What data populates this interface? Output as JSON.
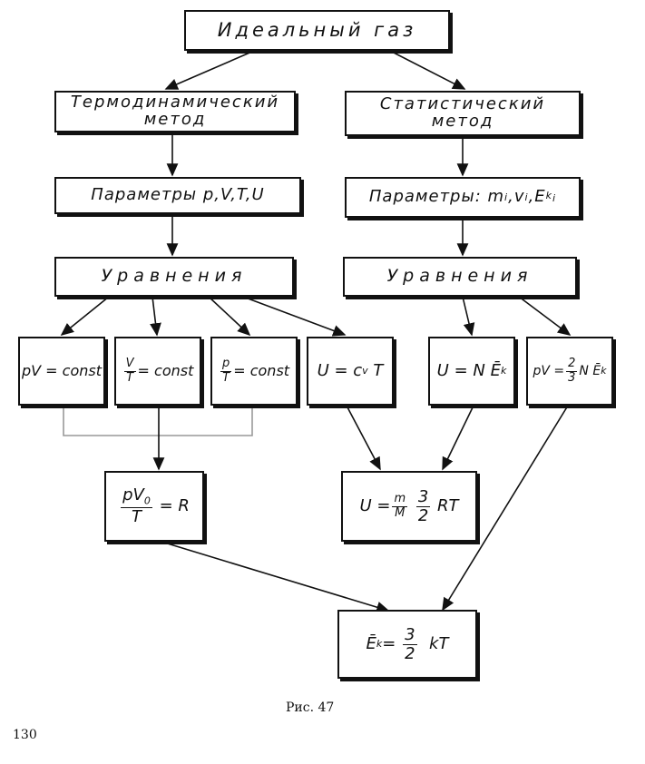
{
  "title": "Идеальный газ",
  "thermo_method": {
    "line1": "Термодинамический",
    "line2": "метод"
  },
  "stat_method": {
    "line1": "Статистический",
    "line2": "метод"
  },
  "thermo_params": "Параметры p,V,T,U",
  "stat_params_prefix": "Параметры:",
  "stat_params_vars": {
    "m": "m",
    "m_sub": "i",
    "v": "v",
    "v_sub": "i",
    "e": "E",
    "e_sub": "k",
    "e_subsub": "i"
  },
  "thermo_equations": "Уравнения",
  "stat_equations": "Уравнения",
  "eq_pv": "pV = const",
  "eq_vt": {
    "num": "V",
    "den": "T",
    "rest": "= const"
  },
  "eq_pt": {
    "num": "p",
    "den": "T",
    "rest": "= const"
  },
  "eq_u_cv": {
    "left": "U = c",
    "sub": "v",
    "right": "T"
  },
  "eq_u_nek": {
    "left": "U = N",
    "e": "Ē",
    "sub": "k"
  },
  "eq_pv_stat": {
    "left": "pV =",
    "num": "2",
    "den": "3",
    "right": "N",
    "e": "Ē",
    "sub": "k"
  },
  "eq_pv0": {
    "num": "pV",
    "num_sub": "0",
    "den": "T",
    "rest": "= R"
  },
  "eq_u_rt": {
    "left": "U =",
    "num1": "m",
    "den1": "M",
    "num2": "3",
    "den2": "2",
    "right": "RT"
  },
  "eq_ek": {
    "e": "Ē",
    "sub": "k",
    "eq": "=",
    "num": "3",
    "den": "2",
    "right": "kT"
  },
  "caption": "Рис. 47",
  "page_number": "130"
}
